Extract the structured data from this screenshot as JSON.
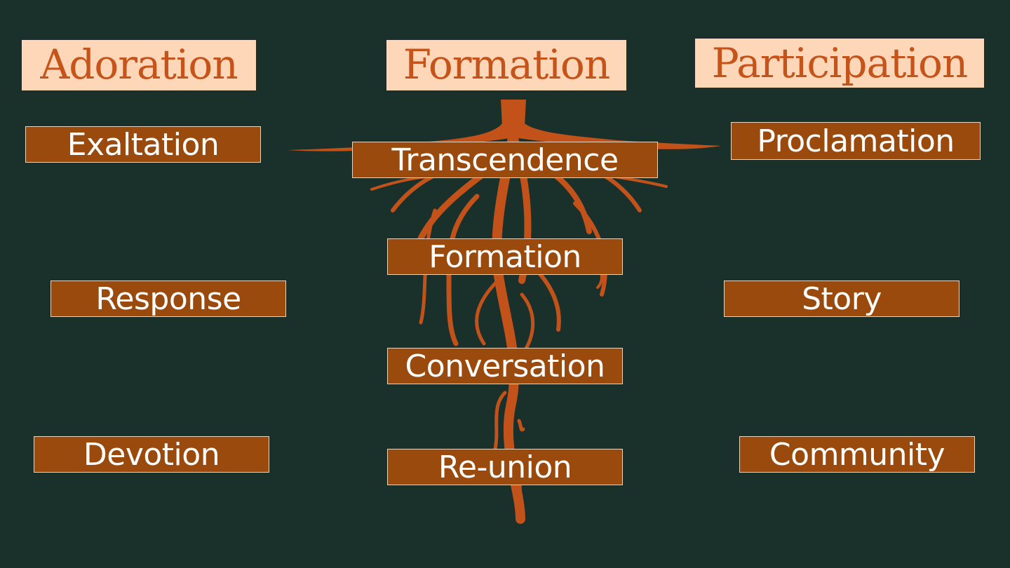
{
  "colors": {
    "background": "#1a312b",
    "header_fill": "#fdd7b8",
    "header_text": "#c5531a",
    "box_fill": "#9a4a0c",
    "box_text": "#ffffff",
    "root": "#c2521a"
  },
  "headers": {
    "left": "Adoration",
    "center": "Formation",
    "right": "Participation"
  },
  "left_column": [
    "Exaltation",
    "Response",
    "Devotion"
  ],
  "center_column": [
    "Transcendence",
    "Formation",
    "Conversation",
    "Re-union"
  ],
  "right_column": [
    "Proclamation",
    "Story",
    "Community"
  ],
  "illustration": "tree-roots-icon"
}
